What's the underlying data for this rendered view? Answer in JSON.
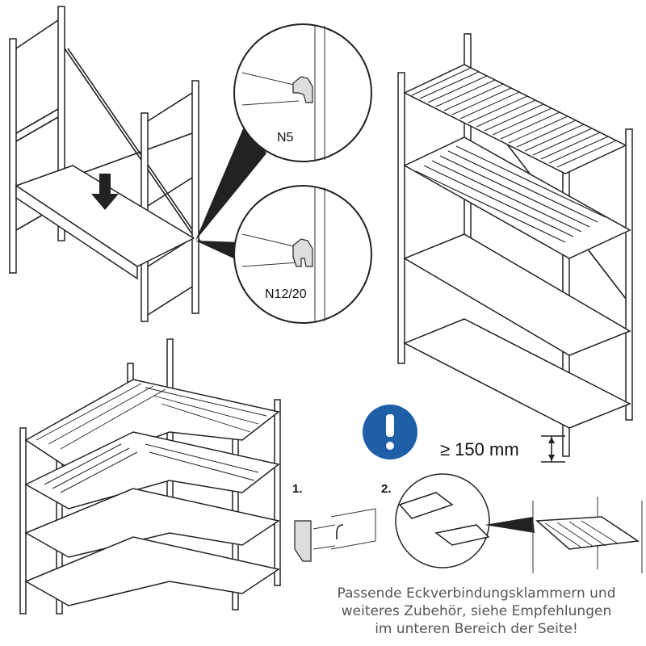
{
  "callouts": {
    "top": "N5",
    "bottom": "N12/20"
  },
  "clearance": "≥ 150 mm",
  "steps": {
    "one": "1.",
    "two": "2."
  },
  "note": {
    "line1": "Passende Eckverbindungsklammern und",
    "line2": "weiteres Zubehör, siehe Empfehlungen",
    "line3": "im unteren Bereich der Seite!"
  },
  "colors": {
    "info_blue": "#1f5fa8",
    "line": "#222222",
    "note_text": "#555555"
  }
}
